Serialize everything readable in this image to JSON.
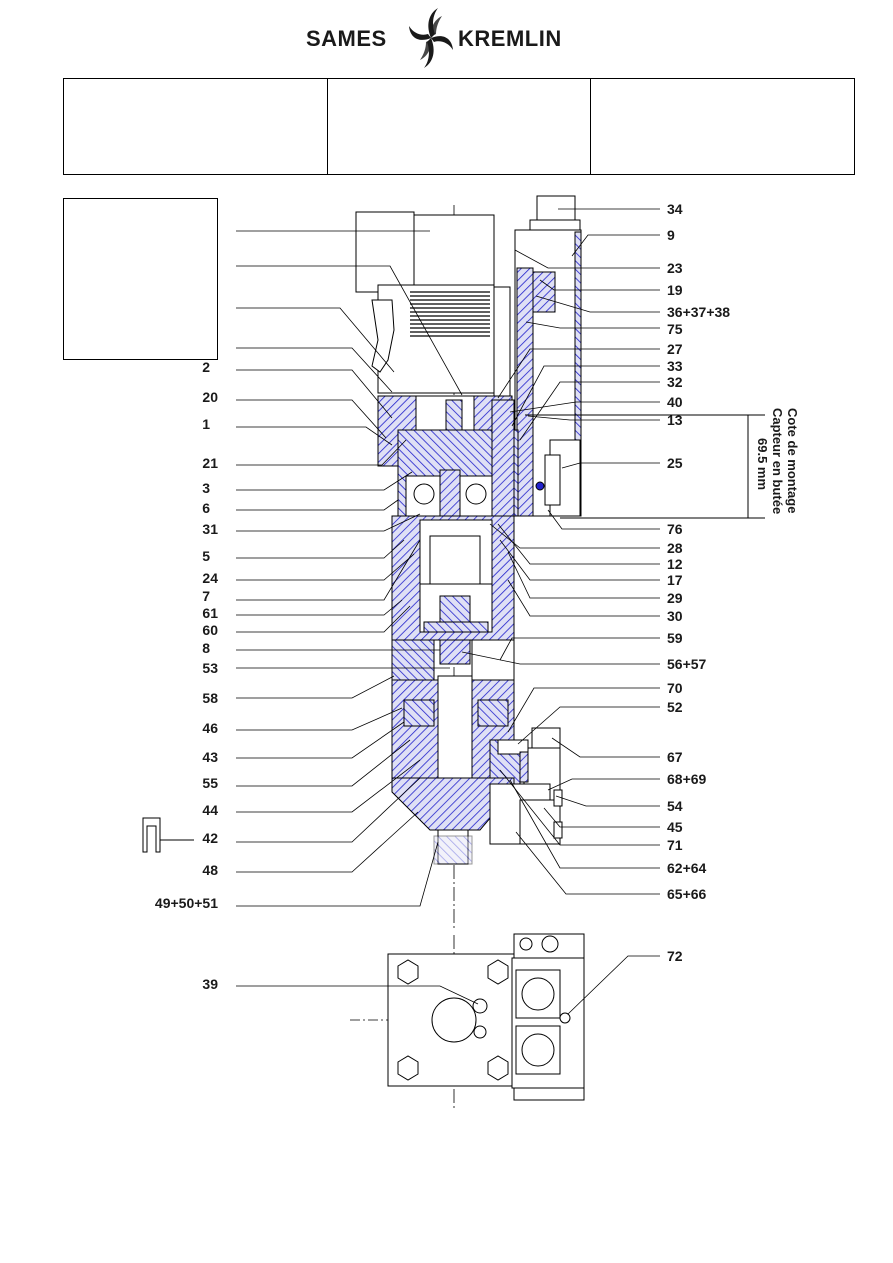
{
  "logo": {
    "left_word": "SAMES",
    "right_word": "KREMLIN"
  },
  "dimension": {
    "line1": "Cote de montage",
    "line2": "Capteur en butée",
    "line3": "69.5 mm"
  },
  "left_labels": [
    "2",
    "20",
    "1",
    "21",
    "3",
    "6",
    "31",
    "5",
    "24",
    "7",
    "61",
    "60",
    "8",
    "53",
    "58",
    "46",
    "43",
    "55",
    "44",
    "42",
    "48",
    "49+50+51",
    "39"
  ],
  "right_labels": [
    "34",
    "9",
    "23",
    "19",
    "36+37+38",
    "75",
    "27",
    "33",
    "32",
    "40",
    "13",
    "25",
    "76",
    "28",
    "12",
    "17",
    "29",
    "30",
    "59",
    "56+57",
    "70",
    "52",
    "67",
    "68+69",
    "54",
    "45",
    "71",
    "62+64",
    "65+66",
    "72"
  ],
  "colors": {
    "hatch": "#2222cc",
    "line": "#000000"
  }
}
